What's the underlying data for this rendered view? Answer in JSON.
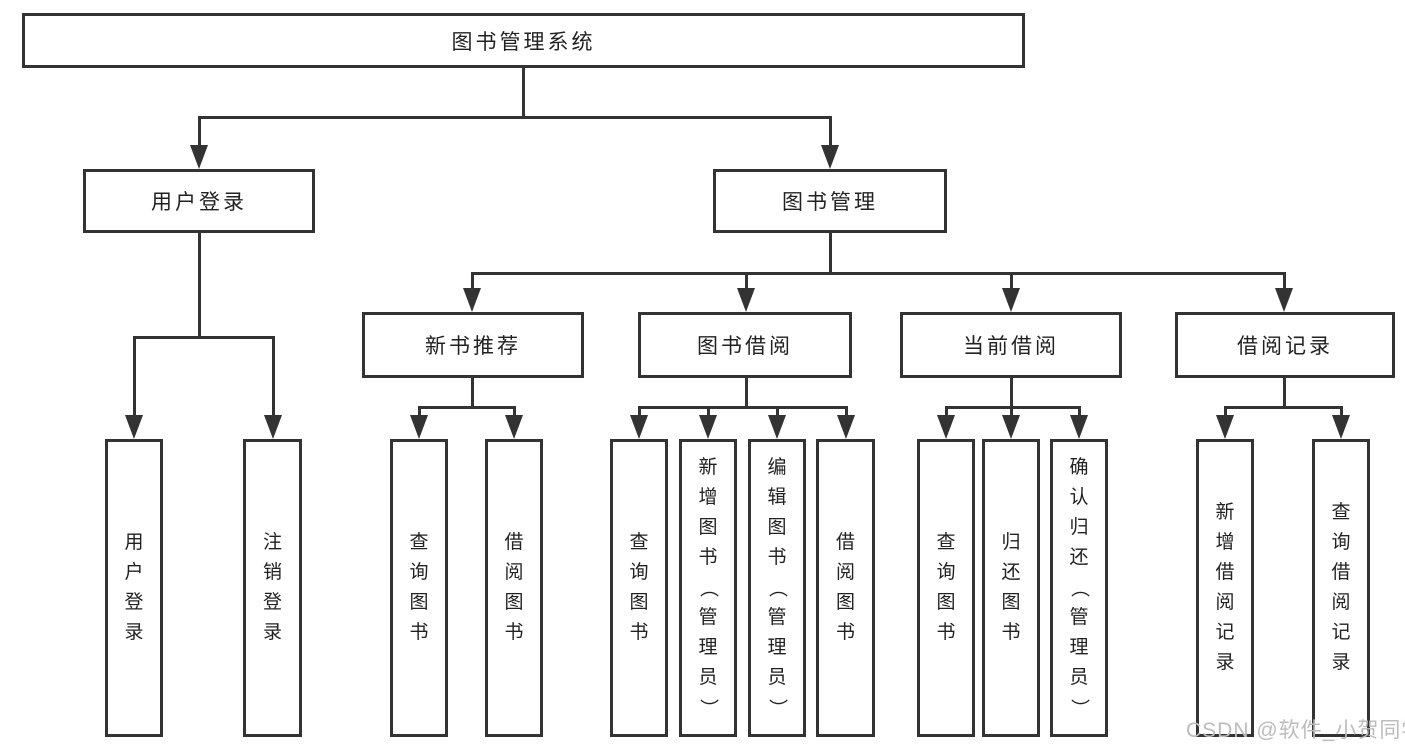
{
  "tree": {
    "label": "图书管理系统",
    "children": [
      {
        "label": "用户登录",
        "children": [
          {
            "label": "用户登录"
          },
          {
            "label": "注销登录"
          }
        ]
      },
      {
        "label": "图书管理",
        "children": [
          {
            "label": "新书推荐",
            "children": [
              {
                "label": "查询图书"
              },
              {
                "label": "借阅图书"
              }
            ]
          },
          {
            "label": "图书借阅",
            "children": [
              {
                "label": "查询图书"
              },
              {
                "label": "新增图书（管理员）"
              },
              {
                "label": "编辑图书（管理员）"
              },
              {
                "label": "借阅图书"
              }
            ]
          },
          {
            "label": "当前借阅",
            "children": [
              {
                "label": "查询图书"
              },
              {
                "label": "归还图书"
              },
              {
                "label": "确认归还（管理员）"
              }
            ]
          },
          {
            "label": "借阅记录",
            "children": [
              {
                "label": "新增借阅记录"
              },
              {
                "label": "查询借阅记录"
              }
            ]
          }
        ]
      }
    ]
  },
  "watermark": {
    "text": "CSDN @软件_小贺同学"
  },
  "colors": {
    "line": "#333333",
    "text": "#222222",
    "watermark": "#bcbcbc",
    "background": "#ffffff"
  }
}
